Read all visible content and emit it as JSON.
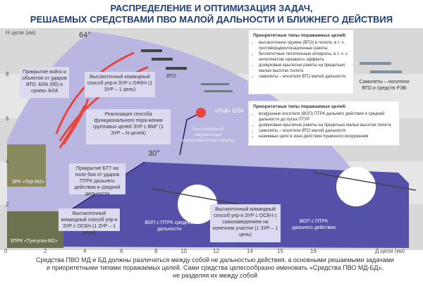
{
  "title": [
    "РАСПРЕДЕЛЕНИЕ И ОПТИМИЗАЦИЯ ЗАДАЧ,",
    "РЕШАЕМЫХ СРЕДСТВАМИ ПВО МАЛОЙ ДАЛЬНОСТИ И БЛИЖНЕГО ДЕЙСТВИЯ"
  ],
  "axes": {
    "y_label": "Н цели (км)",
    "x_label": "Д цели (км)",
    "y_ticks": [
      "8",
      "6",
      "4",
      "2"
    ],
    "x_ticks": [
      "0",
      "2",
      "4",
      "6",
      "8",
      "10",
      "12",
      "14",
      "15",
      "16"
    ]
  },
  "angles": {
    "high": "64°",
    "low": "30°"
  },
  "boxes": {
    "cover_troops": "Прикрытие войск и объектов от ударов ВТО, БЛА (бб) и «роев» БЛА",
    "high_precision_ofbch": "Высокоточный командный способ упр-я ЗУР с ОФБЧ (1 ЗУР – 1 цель)",
    "functional_kill": "Реализация способа функционального пора-жения групповых целей ЗУР с ВМГ (1 ЗУР – N целей)",
    "cover_btt": "Прикрытие БТТ на поле боя от ударов ПТРК дальнего действия и средней дальности",
    "high_precision_osbch": "Высокоточный командный способ упр-я ЗУР с ОСБЧ (1 ЗУР – 1 цель)",
    "high_precision_homing": "Высокоточный командный способ упр-я ЗУР с ОСБЧ с самонаведением на конечном участке (1 ЗУР – 1 цель)"
  },
  "labels": {
    "vto": "ВТО",
    "swarm": "«Рой» БЛА",
    "pulse": "Наносекундный сверхмощный электромагнитный импульс",
    "vop_medium": "ВОП с ПТРК средней дальности",
    "vop_long": "ВОП с ПТРК дальнего действия",
    "aircraft": "Самолеты – носители ВТО и средств РЭБ",
    "tor": "ЗРК «Тор-М2»",
    "tunguska": "ЗПРК «Тунгуска-М2»"
  },
  "priority_top": {
    "heading": "Приоритетные типы поражаемых целей:",
    "items": [
      "высокоточное оружие (ВТО) в полете, в т. ч. противорадиолокационные ракеты",
      "беспилотные летательные аппараты, в т. ч. с интеллектом «роевого» эффекта",
      "дозвуковые крылатые ракеты на предельно малых высотах полета",
      "самолеты – носители ВТО малой дальности"
    ]
  },
  "priority_bottom": {
    "heading": "Приоритетные типы поражаемых целей:",
    "items": [
      "воздушные носители (ВОП) ПТРК дальнего действия и средней дальности до пуска ПТУР",
      "дозвуковые крылатые ракеты на предельно малых высотах полета",
      "самолеты – носители ВТО малой дальности",
      "наземные цели в зоне действия пушечного вооружения"
    ]
  },
  "footer": [
    "Средства ПВО МД и БД должны различаться между собой не дальностью действия, а основными решаемыми задачами",
    "и приоритетными типами поражаемых целей. Сами средства целесообразно именовать «Средства ПВО МД-БД»,",
    "не разделяя их между собой"
  ],
  "colors": {
    "light_zone": "#b9b6e2",
    "dark_zone": "#5550a8",
    "box": "#dcdaf0",
    "title": "#1c3f7a",
    "arrow": "#e8453c"
  }
}
